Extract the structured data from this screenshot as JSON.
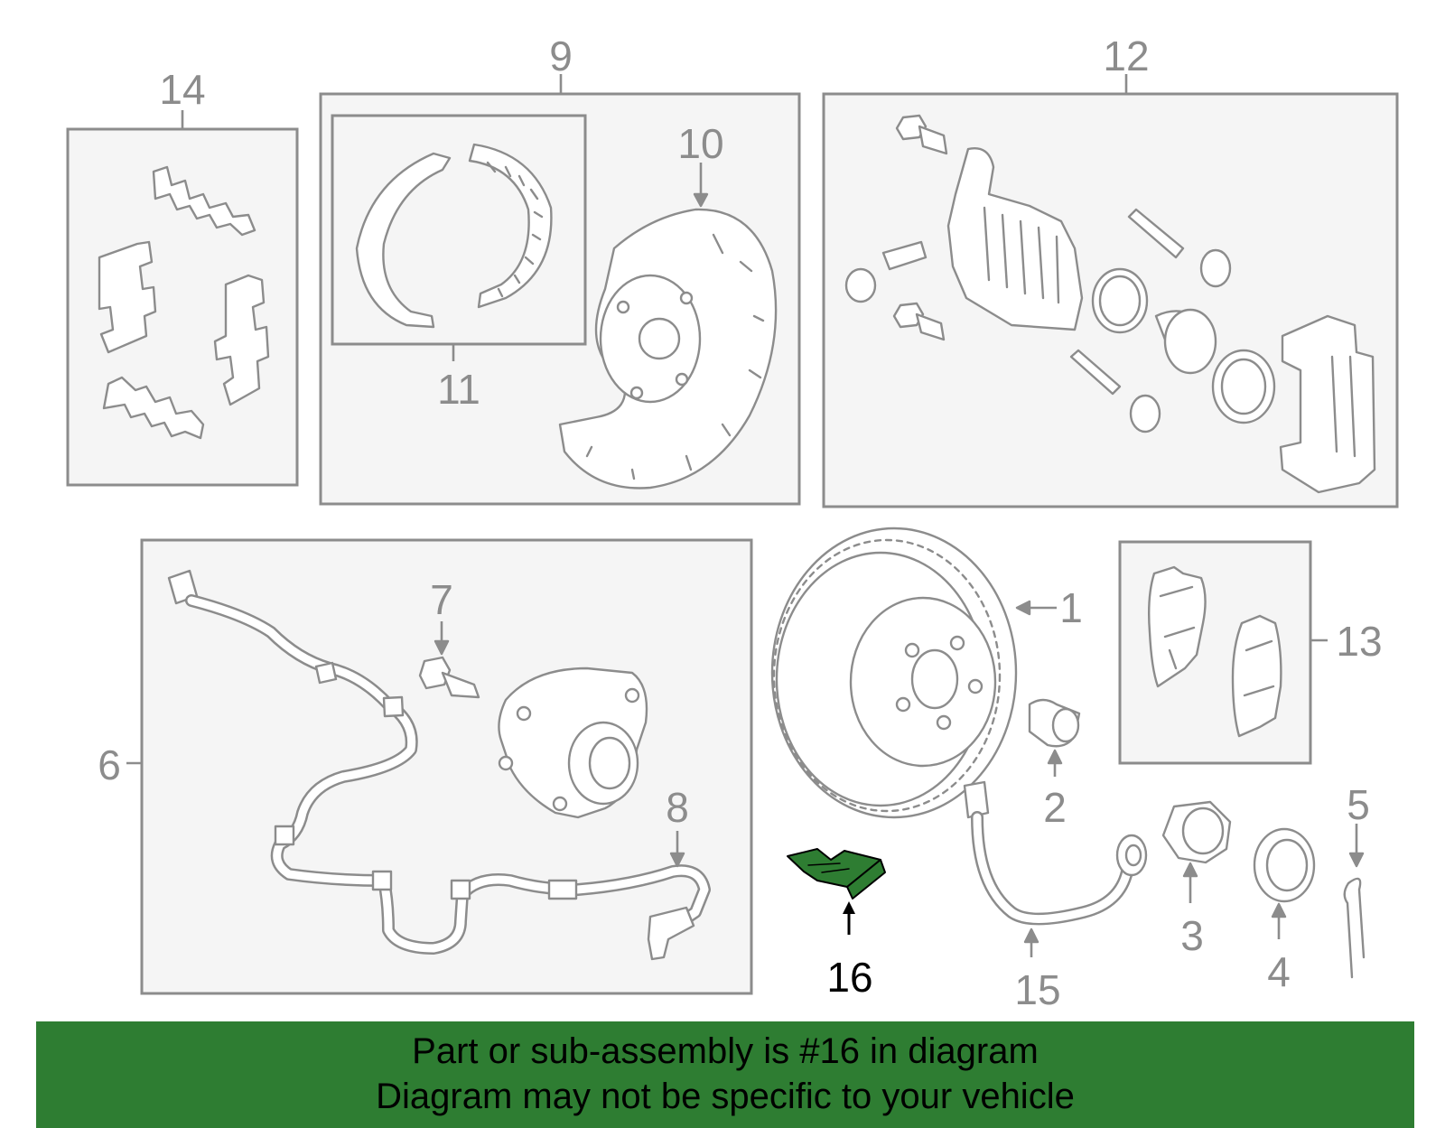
{
  "callouts": {
    "c1": "1",
    "c2": "2",
    "c3": "3",
    "c4": "4",
    "c5": "5",
    "c6": "6",
    "c7": "7",
    "c8": "8",
    "c9": "9",
    "c10": "10",
    "c11": "11",
    "c12": "12",
    "c13": "13",
    "c14": "14",
    "c15": "15",
    "c16": "16"
  },
  "highlighted_part": "16",
  "colors": {
    "highlight": "#2e7d32",
    "line": "#8c8c8c",
    "box_fill": "#f5f5f5"
  },
  "banner": {
    "line1": "Part or sub-assembly is #16 in diagram",
    "line2": "Diagram may not be specific to your vehicle"
  }
}
